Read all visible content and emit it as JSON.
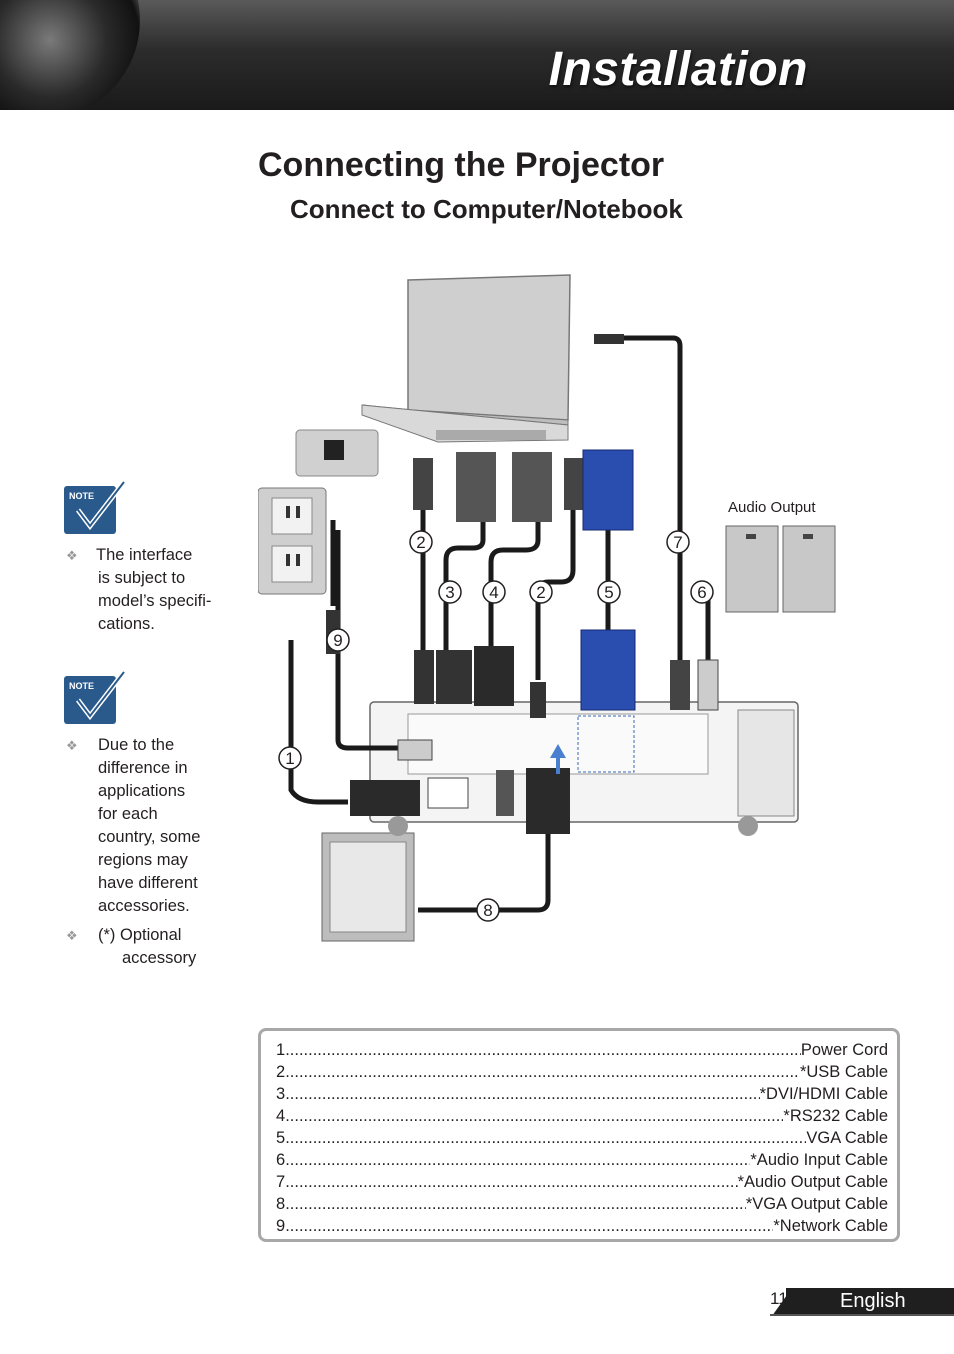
{
  "header": {
    "title": "Installation"
  },
  "page_title": "Connecting the Projector",
  "section_title": "Connect to Computer/Notebook",
  "notes": [
    {
      "label": "NOTE",
      "items": [
        {
          "lines": [
            "The interface",
            "is subject to",
            "model’s specifi-",
            "cations."
          ]
        }
      ]
    },
    {
      "label": "NOTE",
      "items": [
        {
          "lines": [
            "Due to the",
            "difference in",
            "applications",
            "for each",
            "country, some",
            "regions may",
            "have different",
            "accessories."
          ]
        },
        {
          "lines": [
            "(*) Optional",
            "accessory"
          ]
        }
      ]
    }
  ],
  "diagram": {
    "audio_output_label": "Audio Output",
    "callouts": [
      "1",
      "2",
      "2",
      "3",
      "4",
      "5",
      "6",
      "7",
      "8",
      "9"
    ]
  },
  "legend": [
    {
      "num": "1",
      "name": "Power Cord"
    },
    {
      "num": "2",
      "name": "*USB Cable"
    },
    {
      "num": "3",
      "name": "*DVI/HDMI Cable"
    },
    {
      "num": "4",
      "name": "*RS232 Cable"
    },
    {
      "num": "5",
      "name": "VGA Cable"
    },
    {
      "num": "6",
      "name": "*Audio Input Cable"
    },
    {
      "num": "7",
      "name": "*Audio Output Cable"
    },
    {
      "num": "8",
      "name": "*VGA Output Cable"
    },
    {
      "num": "9",
      "name": "*Network Cable"
    }
  ],
  "footer": {
    "page_number": "11",
    "language": "English"
  }
}
